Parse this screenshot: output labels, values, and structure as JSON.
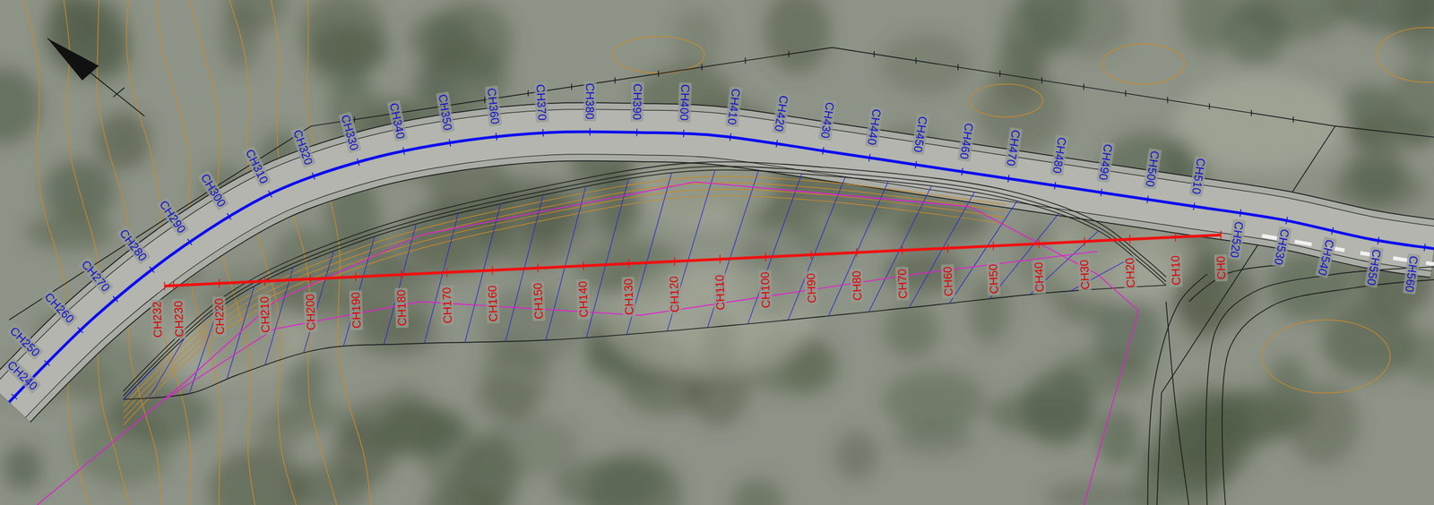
{
  "diagram": {
    "labels": [
      "CH240",
      "CH250",
      "CH260",
      "CH270",
      "CH280",
      "CH290",
      "CH300",
      "CH310",
      "CH320",
      "CH330",
      "CH340",
      "CH350",
      "CH360",
      "CH370",
      "CH380",
      "CH390",
      "CH400",
      "CH410",
      "CH420",
      "CH430",
      "CH440",
      "CH450",
      "CH460",
      "CH470",
      "CH480",
      "CH490",
      "CH500",
      "CH510",
      "CH520",
      "CH530",
      "CH540",
      "CH550",
      "CH560",
      "CH232",
      "CH230",
      "CH220",
      "CH210",
      "CH200",
      "CH190",
      "CH180",
      "CH170",
      "CH160",
      "CH150",
      "CH140",
      "CH130",
      "CH120",
      "CH110",
      "CH100",
      "CH90",
      "CH80",
      "CH70",
      "CH60",
      "CH50",
      "CH40",
      "CH30",
      "CH20",
      "CH10",
      "CH0"
    ]
  }
}
